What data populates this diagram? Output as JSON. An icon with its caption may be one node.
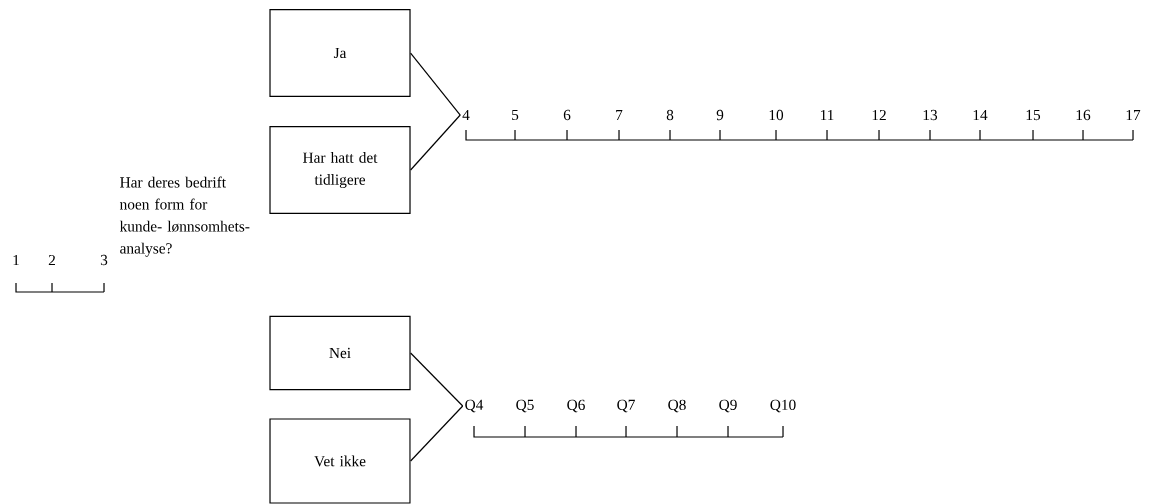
{
  "diagram": {
    "nodes": [
      {
        "text": [
          "Ja"
        ]
      },
      {
        "text": [
          "Har hatt det tidligere"
        ]
      },
      {
        "text": [
          "4"
        ]
      },
      {
        "text": [
          "Nei"
        ]
      },
      {
        "text": [
          "Vet ikke"
        ]
      },
      {
        "text": [
          "Q4"
        ]
      }
    ],
    "edges": [
      {
        "from": 0,
        "to": 2,
        "arrow": "none"
      },
      {
        "from": 1,
        "to": 2,
        "arrow": "none"
      },
      {
        "from": 3,
        "to": 5,
        "arrow": "none"
      },
      {
        "from": 4,
        "to": 5,
        "arrow": "none"
      }
    ],
    "labels": [
      "5",
      "6",
      "7",
      "8",
      "9",
      "10",
      "11",
      "12",
      "13",
      "14",
      "15",
      "16",
      "17",
      "1",
      "2",
      "3",
      "Har deres bedrift noen form for kunde- lønnsomhets- analyse?",
      "Q5",
      "Q6",
      "Q7",
      "Q8",
      "Q9",
      "Q10"
    ]
  }
}
